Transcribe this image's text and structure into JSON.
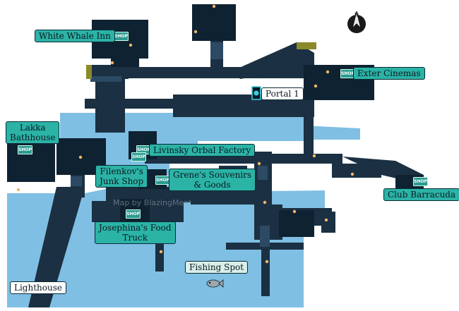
{
  "colors": {
    "water": "#7fbfe3",
    "building": "#152838",
    "road": "#2c4a63",
    "label_teal": "#2bb3a6",
    "shop_badge": "#2b9a90",
    "light_dot": "#f2b766"
  },
  "labels": {
    "white_whale_inn": "White Whale Inn",
    "exter_cinemas": "Exter Cinemas",
    "portal_1": "Portal 1",
    "lakka_bathhouse_1": "Lakka",
    "lakka_bathhouse_2": "Bathhouse",
    "livinsky": "Livinsky Orbal Factory",
    "filenkov_1": "Filenkov's",
    "filenkov_2": "Junk Shop",
    "grene_1": "Grene's Souvenirs",
    "grene_2": "& Goods",
    "club_barracuda": "Club Barracuda",
    "josephina_1": "Josephina's Food",
    "josephina_2": "Truck",
    "fishing_spot": "Fishing Spot",
    "lighthouse": "Lighthouse"
  },
  "shop_badge_text": "SHOP",
  "watermark": "Map by BlazingMeat",
  "icons": {
    "compass": "compass-icon",
    "fish": "fish-icon",
    "portal": "portal-icon"
  }
}
